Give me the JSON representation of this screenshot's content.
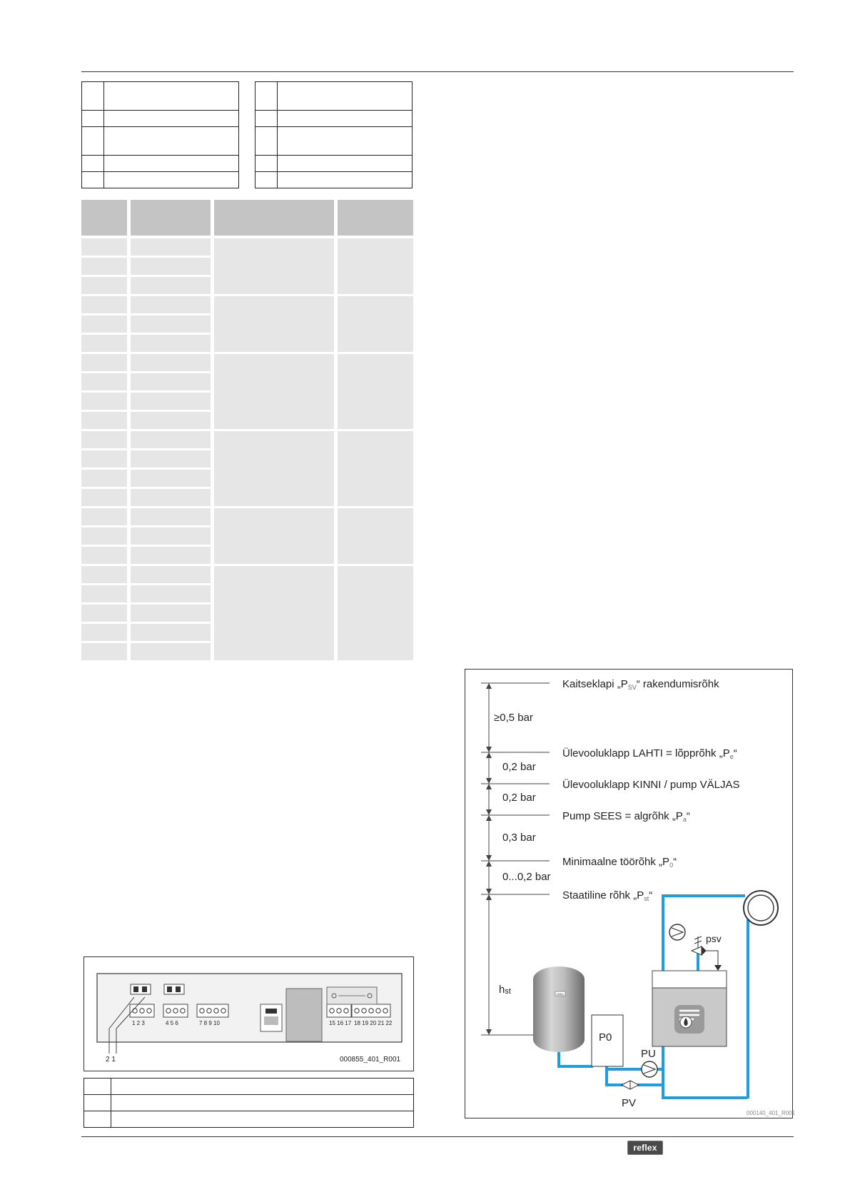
{
  "diagram": {
    "levels": [
      {
        "label": "Kaitseklapi „P",
        "sub": "SV",
        "suffix": "“ rakendumisrõhk"
      },
      {
        "label": "Ülevooluklapp LAHTI = lõpprõhk „P",
        "sub": "e",
        "suffix": "“"
      },
      {
        "label": "Ülevooluklapp KINNI / pump VÄLJAS",
        "sub": "",
        "suffix": ""
      },
      {
        "label": "Pump SEES = algrõhk „P",
        "sub": "a",
        "suffix": "“"
      },
      {
        "label": "Minimaalne töörõhk „P",
        "sub": "0",
        "suffix": "“"
      },
      {
        "label": "Staatiline rõhk „P",
        "sub": "st",
        "suffix": "“"
      }
    ],
    "intervals": [
      "≥0,5 bar",
      "0,2 bar",
      "0,2 bar",
      "0,3 bar",
      "0...0,2 bar"
    ],
    "hst_main": "h",
    "hst_sub": "st",
    "vessel_box": "P0",
    "psv": "psv",
    "pu": "PU",
    "pv": "PV",
    "vessel_logo": "reflex",
    "figure_id": "000140_401_R001",
    "colors": {
      "pipe": "#1e9ee0",
      "line": "#333333",
      "tank_fill": "#c9c9c9"
    }
  },
  "board": {
    "terminal_labels": [
      "1 2 3",
      "4 5 6",
      "7 8 9 10",
      "15 16 17",
      "18 19 20 21 22"
    ],
    "leader_labels": "2 1",
    "figure_id": "000855_401_R001"
  },
  "footer": {
    "logo": "reflex"
  }
}
